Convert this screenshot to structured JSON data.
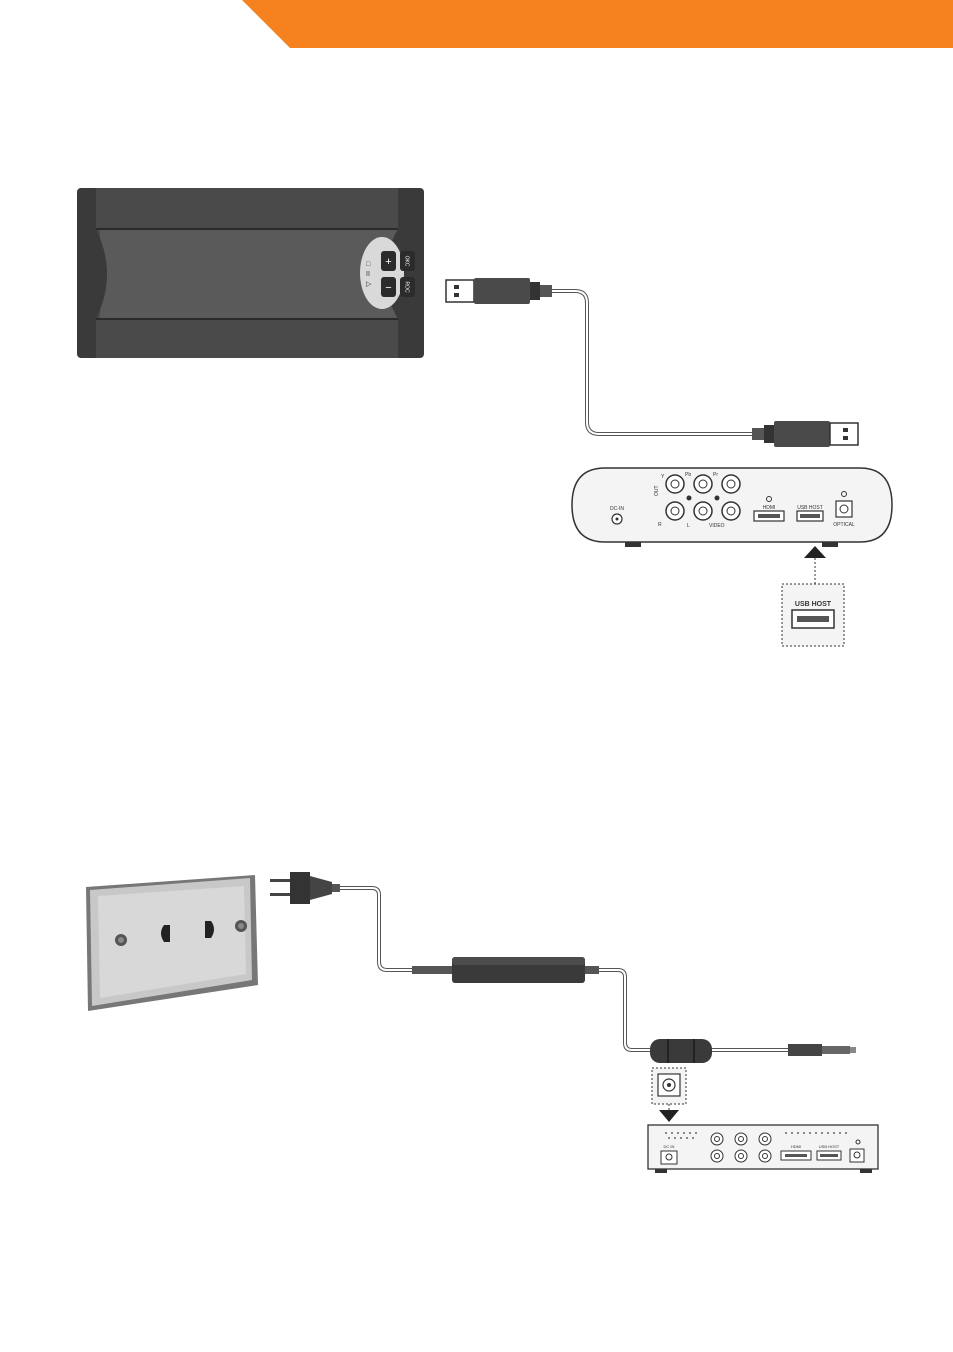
{
  "colors": {
    "accent": "#f5821f",
    "device_dark": "#3d3d3d",
    "device_light": "#f4f4f4"
  },
  "hdd_buttons": {
    "plus": "+",
    "minus": "−",
    "top_right": "OKC",
    "bottom_right": "ROC"
  },
  "player_rear_labels": {
    "y": "Y",
    "pb": "Pb",
    "pr": "Pr",
    "out": "OUT",
    "r": "R",
    "l": "L",
    "video": "VIDEO",
    "dc_in": "DC-IN",
    "hdmi": "HDMI",
    "usb_host": "USB HOST",
    "optical": "OPTICAL"
  },
  "callouts": {
    "usb_host": "USB HOST"
  },
  "small_player_labels": {
    "dc_in": "DC IN",
    "hdmi": "HDMI",
    "usb_host": "USB HOST"
  }
}
